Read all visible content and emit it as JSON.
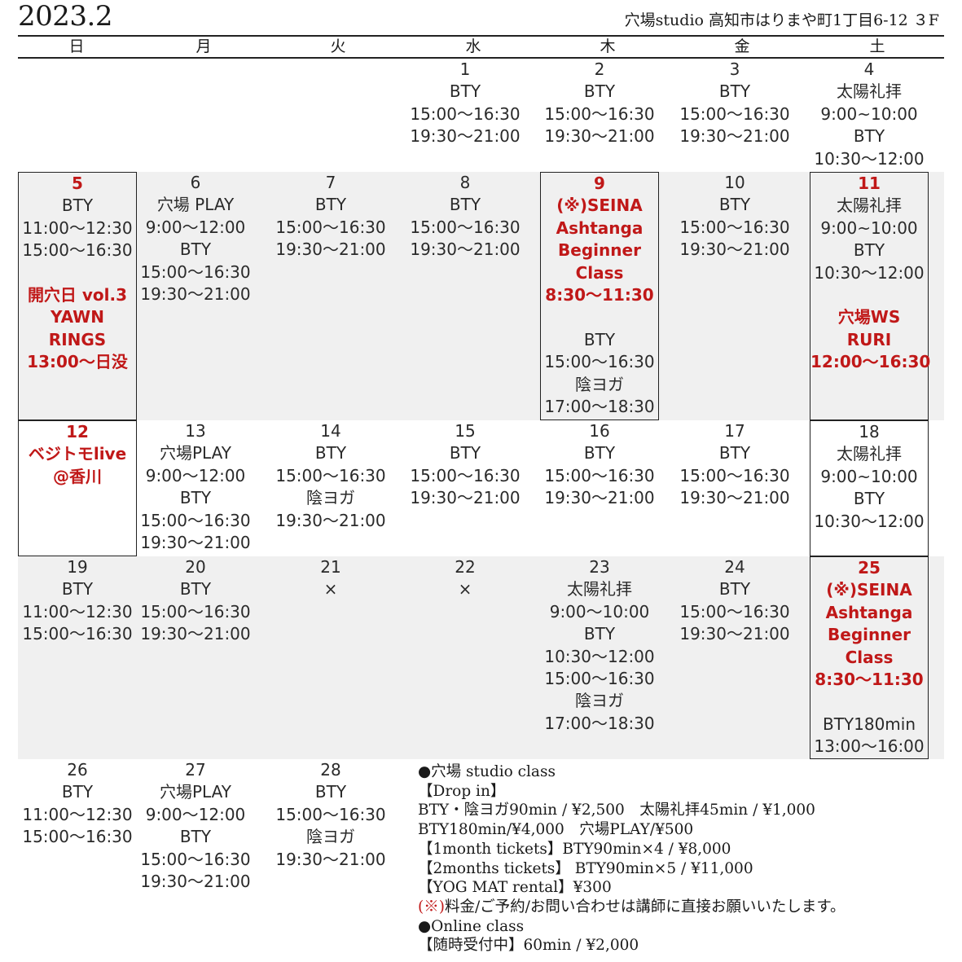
{
  "header": {
    "title": "2023.2",
    "address": "穴場studio 高知市はりまや町1丁目6-12 ３F"
  },
  "weekdays": [
    "日",
    "月",
    "火",
    "水",
    "木",
    "金",
    "土"
  ],
  "days": {
    "d1": {
      "num": "1",
      "lines": [
        "BTY",
        "15:00〜16:30",
        "19:30〜21:00"
      ]
    },
    "d2": {
      "num": "2",
      "lines": [
        "BTY",
        "15:00〜16:30",
        "19:30〜21:00"
      ]
    },
    "d3": {
      "num": "3",
      "lines": [
        "BTY",
        "15:00〜16:30",
        "19:30〜21:00"
      ]
    },
    "d4": {
      "num": "4",
      "lines": [
        "太陽礼拝",
        "9:00~10:00",
        "BTY",
        "10:30〜12:00"
      ]
    },
    "d5": {
      "num": "5",
      "lines": [
        "BTY",
        "11:00〜12:30",
        "15:00〜16:30"
      ],
      "event": [
        "開穴日 vol.3",
        "YAWN",
        "RINGS",
        "13:00〜日没"
      ]
    },
    "d6": {
      "num": "6",
      "lines": [
        "穴場 PLAY",
        "9:00〜12:00",
        "BTY",
        "15:00〜16:30",
        "19:30〜21:00"
      ]
    },
    "d7": {
      "num": "7",
      "lines": [
        "BTY",
        "15:00〜16:30",
        "19:30〜21:00"
      ]
    },
    "d8": {
      "num": "8",
      "lines": [
        "BTY",
        "15:00〜16:30",
        "19:30〜21:00"
      ]
    },
    "d9": {
      "num": "9",
      "event": [
        "(※)SEINA",
        "Ashtanga",
        "Beginner",
        "Class",
        "8:30〜11:30"
      ],
      "lines": [
        "BTY",
        "15:00〜16:30",
        "陰ヨガ",
        "17:00〜18:30"
      ]
    },
    "d10": {
      "num": "10",
      "lines": [
        "BTY",
        "15:00〜16:30",
        "19:30〜21:00"
      ]
    },
    "d11": {
      "num": "11",
      "lines": [
        "太陽礼拝",
        "9:00~10:00",
        "BTY",
        "10:30〜12:00"
      ],
      "event": [
        "穴場WS",
        "RURI",
        "12:00〜16:30"
      ]
    },
    "d12": {
      "num": "12",
      "event": [
        "ベジトモlive",
        "@香川"
      ]
    },
    "d13": {
      "num": "13",
      "lines": [
        "穴場PLAY",
        "9:00〜12:00",
        "BTY",
        "15:00〜16:30",
        "19:30〜21:00"
      ]
    },
    "d14": {
      "num": "14",
      "lines": [
        "BTY",
        "15:00〜16:30",
        "陰ヨガ",
        "19:30〜21:00"
      ]
    },
    "d15": {
      "num": "15",
      "lines": [
        "BTY",
        "15:00〜16:30",
        "19:30〜21:00"
      ]
    },
    "d16": {
      "num": "16",
      "lines": [
        "BTY",
        "15:00〜16:30",
        "19:30〜21:00"
      ]
    },
    "d17": {
      "num": "17",
      "lines": [
        "BTY",
        "15:00〜16:30",
        "19:30〜21:00"
      ]
    },
    "d18": {
      "num": "18",
      "lines": [
        "太陽礼拝",
        "9:00~10:00",
        "BTY",
        "10:30〜12:00"
      ]
    },
    "d19": {
      "num": "19",
      "lines": [
        "BTY",
        "11:00〜12:30",
        "15:00〜16:30"
      ]
    },
    "d20": {
      "num": "20",
      "lines": [
        "BTY",
        "15:00〜16:30",
        "19:30〜21:00"
      ]
    },
    "d21": {
      "num": "21",
      "lines": [
        "×"
      ]
    },
    "d22": {
      "num": "22",
      "lines": [
        "×"
      ]
    },
    "d23": {
      "num": "23",
      "lines": [
        "太陽礼拝",
        "9:00〜10:00",
        "BTY",
        "10:30〜12:00",
        "15:00〜16:30",
        "陰ヨガ",
        "17:00〜18:30"
      ]
    },
    "d24": {
      "num": "24",
      "lines": [
        "BTY",
        "15:00〜16:30",
        "19:30〜21:00"
      ]
    },
    "d25": {
      "num": "25",
      "event": [
        "(※)SEINA",
        "Ashtanga",
        "Beginner",
        "Class",
        "8:30〜11:30"
      ],
      "lines": [
        "BTY180min",
        "13:00〜16:00"
      ]
    },
    "d26": {
      "num": "26",
      "lines": [
        "BTY",
        "11:00〜12:30",
        "15:00〜16:30"
      ]
    },
    "d27": {
      "num": "27",
      "lines": [
        "穴場PLAY",
        "9:00〜12:00",
        "BTY",
        "15:00〜16:30",
        "19:30〜21:00"
      ]
    },
    "d28": {
      "num": "28",
      "lines": [
        "BTY",
        "15:00〜16:30",
        "陰ヨガ",
        "19:30〜21:00"
      ]
    }
  },
  "info": {
    "studio_heading": "●穴場 studio class",
    "dropin_heading": "【Drop in】",
    "price_line1": "BTY・陰ヨガ90min / ¥2,500　太陽礼拝45min / ¥1,000",
    "price_line2": "BTY180min/¥4,000　穴場PLAY/¥500",
    "ticket_1month": "【1month tickets】BTY90min×4 / ¥8,000",
    "ticket_2months": "【2months tickets】 BTY90min×5 / ¥11,000",
    "mat_rental": "【YOG MAT rental】¥300",
    "note_mark": "(※)",
    "note_text": "料金/ご予約/お問い合わせは講師に直接お願いいたします。",
    "online_heading": "●Online class",
    "online_price": "【随時受付中】60min / ¥2,000"
  },
  "colors": {
    "accent_red": "#c01818",
    "row_shade": "#f0f0f0",
    "text": "#1a1a1a"
  }
}
